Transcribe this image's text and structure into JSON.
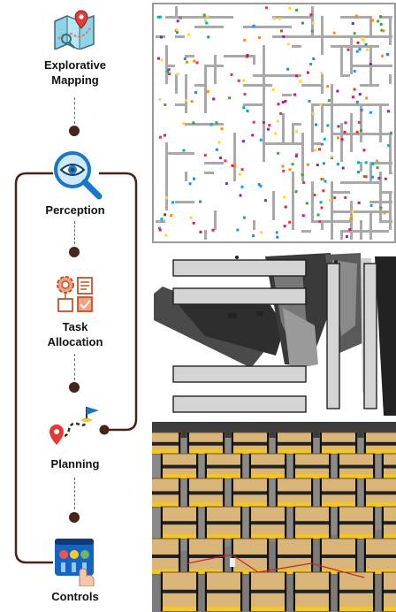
{
  "pipeline": {
    "stages": [
      {
        "label": "Explorative\nMapping",
        "icon": "map-pin-icon"
      },
      {
        "label": "Perception",
        "icon": "eye-magnifier-icon"
      },
      {
        "label": "Task\nAllocation",
        "icon": "task-gear-icon"
      },
      {
        "label": "Planning",
        "icon": "route-flag-icon"
      },
      {
        "label": "Controls",
        "icon": "control-panel-icon"
      }
    ]
  },
  "colors": {
    "connector": "#4a2318",
    "accent_blue": "#1976c9",
    "accent_orange": "#e07a4f",
    "maze_wall": "#a9a9a9",
    "shelf_yellow": "#f2c52a",
    "box_tan": "#d9b57a"
  },
  "panels": [
    {
      "name": "maze-exploration-map"
    },
    {
      "name": "occupancy-grid-map"
    },
    {
      "name": "warehouse-simulation-render"
    }
  ]
}
